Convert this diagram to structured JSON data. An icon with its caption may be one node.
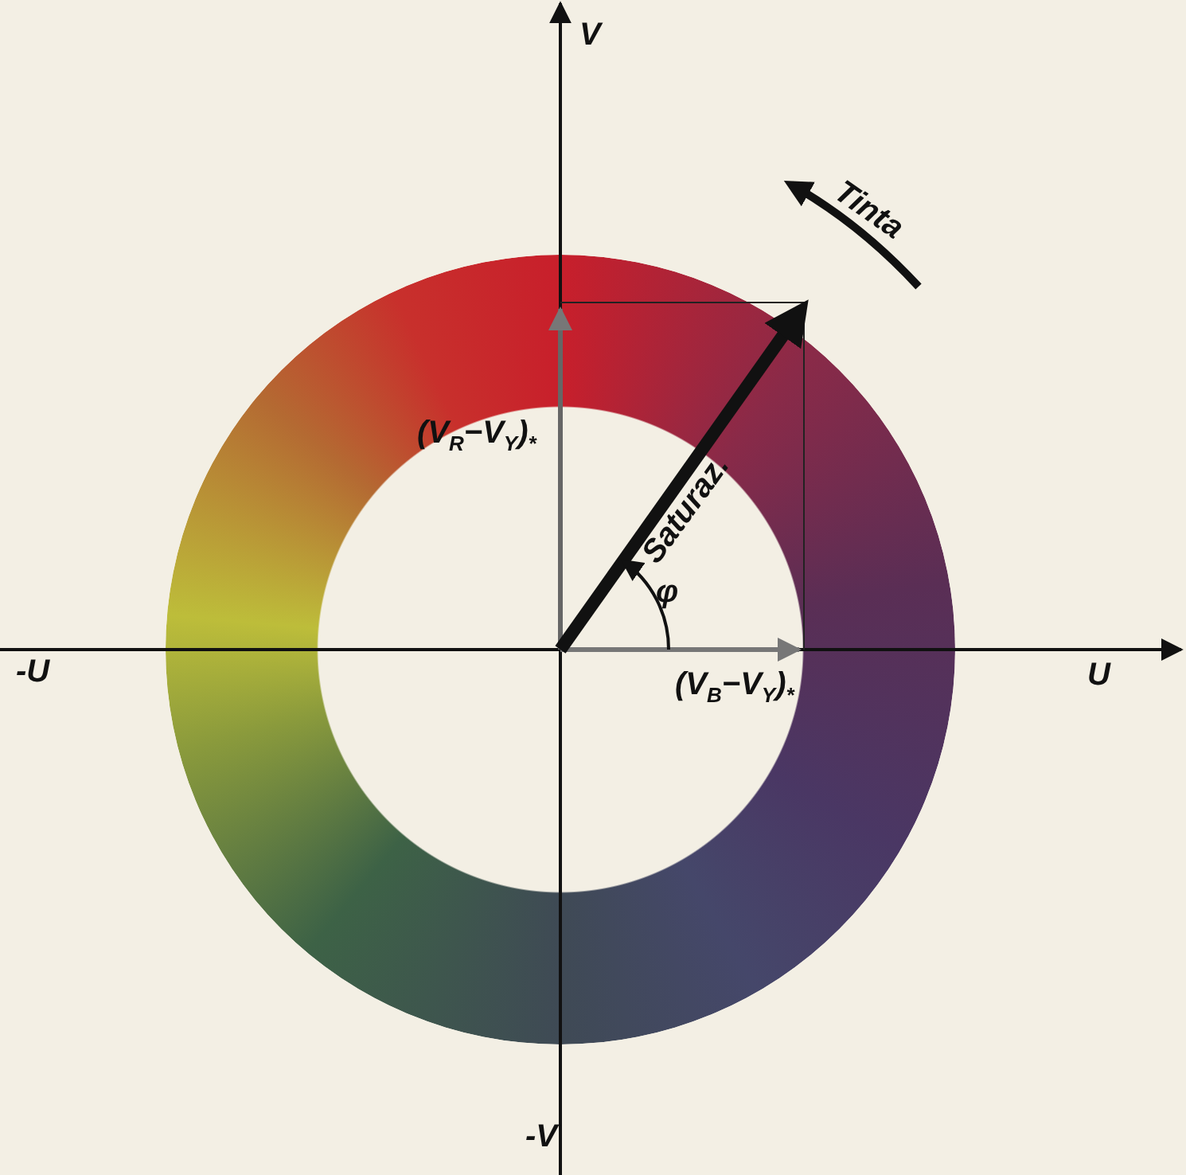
{
  "diagram": {
    "labels": [
      "V",
      "Tinta",
      "(V$_{R}$−V$_{Y}$)$_{*}$",
      "Saturaz.",
      "φ",
      "-U",
      "U",
      "(V$_{B}$−V$_{Y}$)$_{*}$",
      "-V"
    ]
  }
}
